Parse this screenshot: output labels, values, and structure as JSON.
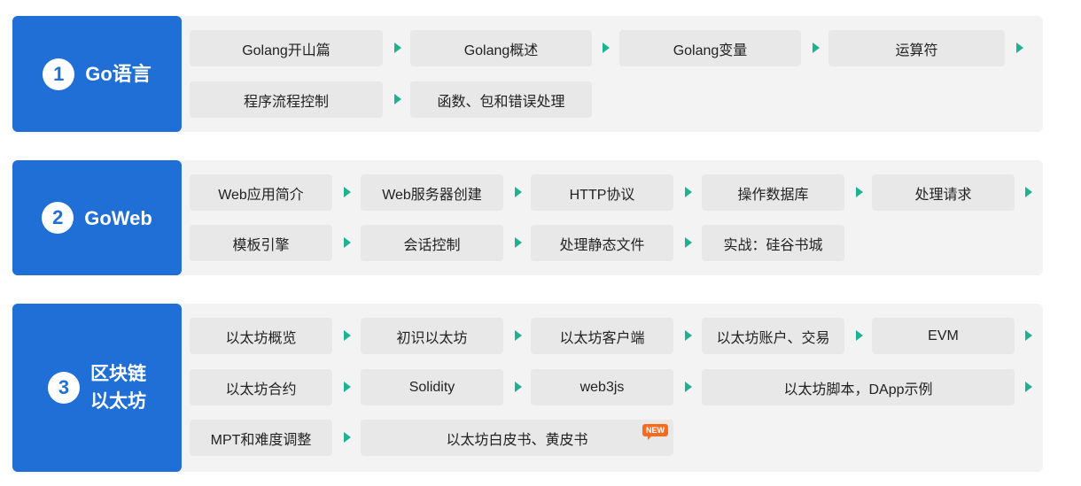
{
  "sections": [
    {
      "number": "1",
      "title": "Go语言",
      "items": [
        "Golang开山篇",
        "Golang概述",
        "Golang变量",
        "运算符",
        "程序流程控制",
        "函数、包和错误处理"
      ]
    },
    {
      "number": "2",
      "title": "GoWeb",
      "items": [
        "Web应用简介",
        "Web服务器创建",
        "HTTP协议",
        "操作数据库",
        "处理请求",
        "模板引擎",
        "会话控制",
        "处理静态文件",
        "实战：硅谷书城"
      ]
    },
    {
      "number": "3",
      "title_line1": "区块链",
      "title_line2": "以太坊",
      "items": [
        "以太坊概览",
        "初识以太坊",
        "以太坊客户端",
        "以太坊账户、交易",
        "EVM",
        "以太坊合约",
        "Solidity",
        "web3js",
        "以太坊脚本，DApp示例",
        "MPT和难度调整",
        "以太坊白皮书、黄皮书"
      ],
      "new_tag": "NEW"
    }
  ],
  "colors": {
    "badge_blue": "#1f6fd6",
    "arrow_green": "#1db392",
    "new_orange": "#ff6a1a"
  },
  "icons": {
    "arrow": "arrow-right-icon"
  }
}
